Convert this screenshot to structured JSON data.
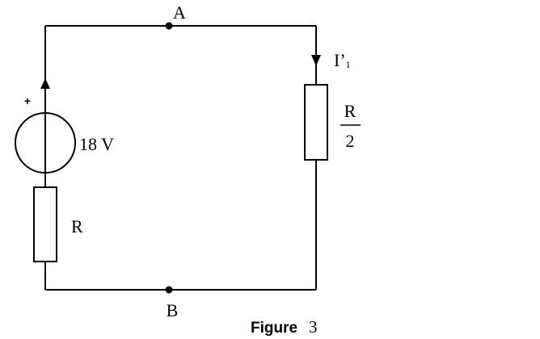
{
  "nodes": {
    "top": "A",
    "bottom": "B"
  },
  "source": {
    "polarity": "+",
    "voltage": "18 V"
  },
  "left_resistor": {
    "label": "R"
  },
  "right_resistor": {
    "numerator": "R",
    "denominator": "2"
  },
  "current": {
    "symbol": "I’",
    "subscript": "1"
  },
  "caption": {
    "word": "Figure",
    "number": "3"
  }
}
